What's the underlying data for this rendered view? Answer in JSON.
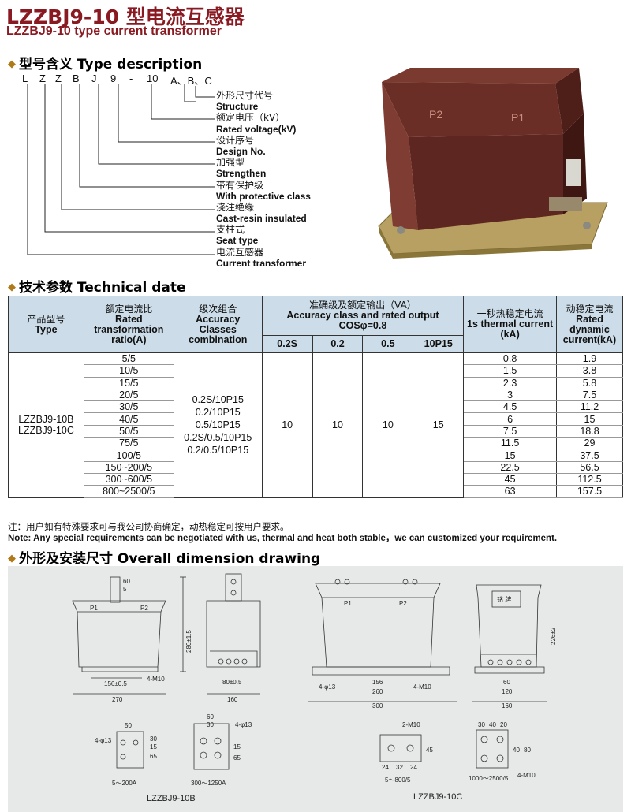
{
  "header": {
    "title_cn": "LZZBJ9-10 型电流互感器",
    "title_en": "LZZBJ9-10  type current transformer"
  },
  "type_description": {
    "heading": "型号含义 Type description",
    "code_chars": [
      "L",
      "Z",
      "Z",
      "B",
      "J",
      "9",
      "-",
      "10",
      "A、B、C"
    ],
    "labels": [
      {
        "cn": "外形尺寸代号",
        "en": "Structure"
      },
      {
        "cn": "额定电压（kV）",
        "en": "Rated voltage(kV)"
      },
      {
        "cn": "设计序号",
        "en": "Design No."
      },
      {
        "cn": "加强型",
        "en": "Strengthen"
      },
      {
        "cn": "带有保护级",
        "en": "With protective class"
      },
      {
        "cn": "浇注绝缘",
        "en": "Cast-resin insulated"
      },
      {
        "cn": "支柱式",
        "en": "Seat type"
      },
      {
        "cn": "电流互感器",
        "en": "Current transformer"
      }
    ]
  },
  "photo": {
    "terminal_p2": "P2",
    "terminal_p1": "P1",
    "colors": {
      "body": "#5e2620",
      "top": "#7a3a30",
      "base": "#b8a060"
    }
  },
  "technical": {
    "heading": "技术参数 Technical date",
    "headers": {
      "type_cn": "产品型号",
      "type_en": "Type",
      "ratio_cn": "额定电流比",
      "ratio_en1": "Rated",
      "ratio_en2": "transformation",
      "ratio_en3": "ratio(A)",
      "class_cn": "级次组合",
      "class_en1": "Accuracy",
      "class_en2": "Classes",
      "class_en3": "combination",
      "output_cn": "准确级及额定输出（VA）",
      "output_en": "Accuracy class and rated output",
      "output_cos": "COSφ=0.8",
      "sub": [
        "0.2S",
        "0.2",
        "0.5",
        "10P15"
      ],
      "thermal_cn": "一秒热稳定电流",
      "thermal_en1": "1s thermal current",
      "thermal_en2": "(kA)",
      "dynamic_cn": "动稳定电流",
      "dynamic_en1": "Rated dynamic",
      "dynamic_en2": "current(kA)"
    },
    "type_values": [
      "LZZBJ9-10B",
      "LZZBJ9-10C"
    ],
    "class_combos": [
      "0.2S/10P15",
      "0.2/10P15",
      "0.5/10P15",
      "0.2S/0.5/10P15",
      "0.2/0.5/10P15"
    ],
    "outputs": [
      "10",
      "10",
      "10",
      "15"
    ],
    "rows": [
      {
        "ratio": "5/5",
        "thermal": "0.8",
        "dynamic": "1.9"
      },
      {
        "ratio": "10/5",
        "thermal": "1.5",
        "dynamic": "3.8"
      },
      {
        "ratio": "15/5",
        "thermal": "2.3",
        "dynamic": "5.8"
      },
      {
        "ratio": "20/5",
        "thermal": "3",
        "dynamic": "7.5"
      },
      {
        "ratio": "30/5",
        "thermal": "4.5",
        "dynamic": "11.2"
      },
      {
        "ratio": "40/5",
        "thermal": "6",
        "dynamic": "15"
      },
      {
        "ratio": "50/5",
        "thermal": "7.5",
        "dynamic": "18.8"
      },
      {
        "ratio": "75/5",
        "thermal": "11.5",
        "dynamic": "29"
      },
      {
        "ratio": "100/5",
        "thermal": "15",
        "dynamic": "37.5"
      },
      {
        "ratio": "150~200/5",
        "thermal": "22.5",
        "dynamic": "56.5"
      },
      {
        "ratio": "300~600/5",
        "thermal": "45",
        "dynamic": "112.5"
      },
      {
        "ratio": "800~2500/5",
        "thermal": "63",
        "dynamic": "157.5"
      }
    ]
  },
  "notes": {
    "cn": "注：用户如有特殊要求可与我公司协商确定，动热稳定可按用户要求。",
    "en": "Note: Any special requirements can be negotiated with us, thermal and heat both stable，we can customized your requirement."
  },
  "drawing": {
    "heading": "外形及安装尺寸 Overall dimension drawing",
    "b": {
      "dim_60": "60",
      "dim_5": "5",
      "p1": "P1",
      "p2": "P2",
      "dim_height": "280±1.5",
      "dim_156": "156±0.5",
      "dim_m10": "4-M10",
      "dim_270": "270",
      "dim_side_80": "80±0.5",
      "dim_160": "160",
      "t1_50": "50",
      "t1_hole": "4-φ13",
      "t1_30": "30",
      "t1_15": "15",
      "t1_65": "65",
      "t1_range": "5～200A",
      "t2_60": "60",
      "t2_30": "30",
      "t2_hole": "4-φ13",
      "t2_15": "15",
      "t2_65": "65",
      "t2_range": "300～1250A",
      "caption": "LZZBJ9-10B"
    },
    "c": {
      "p1": "P1",
      "p2": "P2",
      "hole": "4-φ13",
      "dim_156": "156",
      "dim_m10": "4-M10",
      "dim_260": "260",
      "dim_300": "300",
      "plate": "铭 牌",
      "dim_height": "226±2",
      "dim_60": "60",
      "dim_120": "120",
      "dim_160": "160",
      "t1_m10": "2-M10",
      "t1_45": "45",
      "t1_24a": "24",
      "t1_32": "32",
      "t1_24b": "24",
      "t1_range": "5～800/5",
      "t2_30": "30",
      "t2_40": "40",
      "t2_20": "20",
      "t2_40b": "40",
      "t2_80": "80",
      "t2_m10": "4-M10",
      "t2_range": "1000～2500/5",
      "caption": "LZZBJ9-10C"
    }
  }
}
